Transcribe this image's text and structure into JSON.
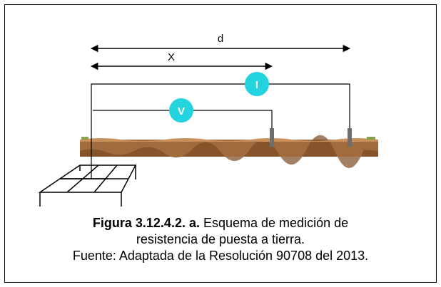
{
  "diagram": {
    "distance_d_label": "d",
    "distance_x_label": "X",
    "current_meter_label": "I",
    "voltage_meter_label": "V",
    "colors": {
      "meter_fill": "#23d3dd",
      "soil": "#a26b3d",
      "soil_dark": "#7b4a24",
      "grass": "#8aa04a",
      "electrode": "#6e6e6e"
    }
  },
  "caption": {
    "figure_number": "Figura 3.12.4.2. a.",
    "title_part1": "Esquema de medición de",
    "title_part2": "resistencia de puesta a tierra.",
    "source": "Fuente: Adaptada de la Resolución 90708 del 2013."
  }
}
